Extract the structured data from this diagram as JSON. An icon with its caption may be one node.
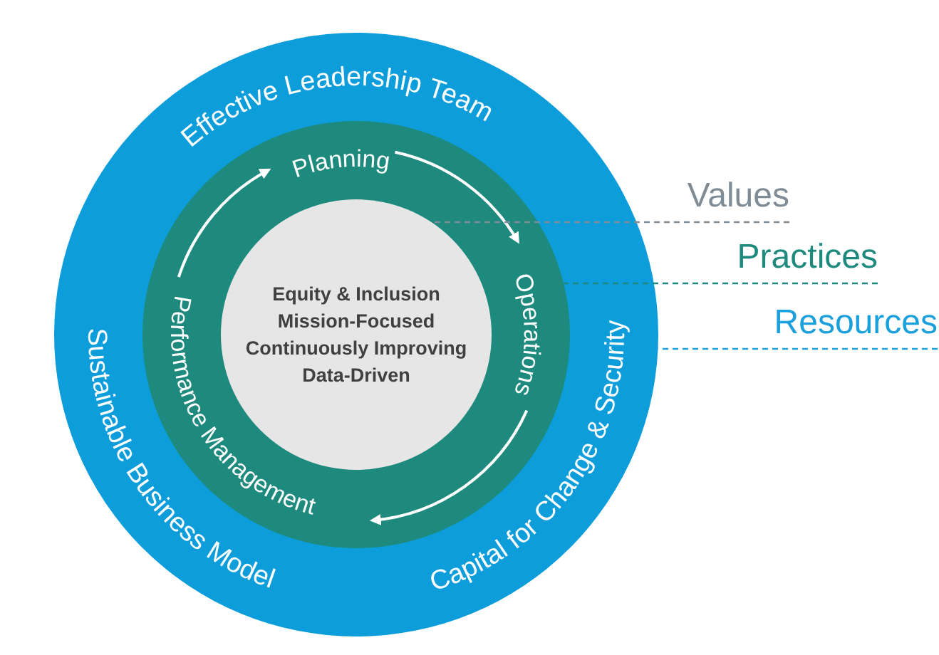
{
  "diagram": {
    "nodes": [
      {
        "text": [],
        "shape": "circle"
      },
      {
        "text": [
          "Effective Leadership Team"
        ],
        "in": 0
      },
      {
        "text": [
          "Sustainable Business Model"
        ],
        "in": 0
      },
      {
        "text": [
          "Capital for Change & Security"
        ],
        "in": 0
      },
      {
        "text": [],
        "shape": "circle",
        "in": 0
      },
      {
        "text": [
          "Planning"
        ],
        "in": 4
      },
      {
        "text": [
          "Operations"
        ],
        "in": 4
      },
      {
        "text": [
          "Performance Management"
        ],
        "in": 4
      },
      {
        "text": [
          "Equity & Inclusion",
          "Mission-Focused",
          "Continuously Improving",
          "Data-Driven"
        ],
        "in": 4
      },
      {
        "text": [
          "Values"
        ]
      },
      {
        "text": [
          "Practices"
        ]
      },
      {
        "text": [
          "Resources"
        ]
      }
    ],
    "edges": [
      {
        "from": 5,
        "to": 6,
        "arrow": "to"
      },
      {
        "from": 6,
        "to": 7,
        "arrow": "to"
      },
      {
        "from": 7,
        "to": 5,
        "arrow": "to"
      },
      {
        "from": 9,
        "to": 8,
        "arrow": "none",
        "style": "dashed",
        "color": "#7f8c96"
      },
      {
        "from": 10,
        "to": 4,
        "arrow": "none",
        "style": "dashed",
        "color": "#1d8a7d"
      },
      {
        "from": 11,
        "to": 0,
        "arrow": "none",
        "style": "dashed",
        "color": "#1aa0dc"
      }
    ]
  }
}
